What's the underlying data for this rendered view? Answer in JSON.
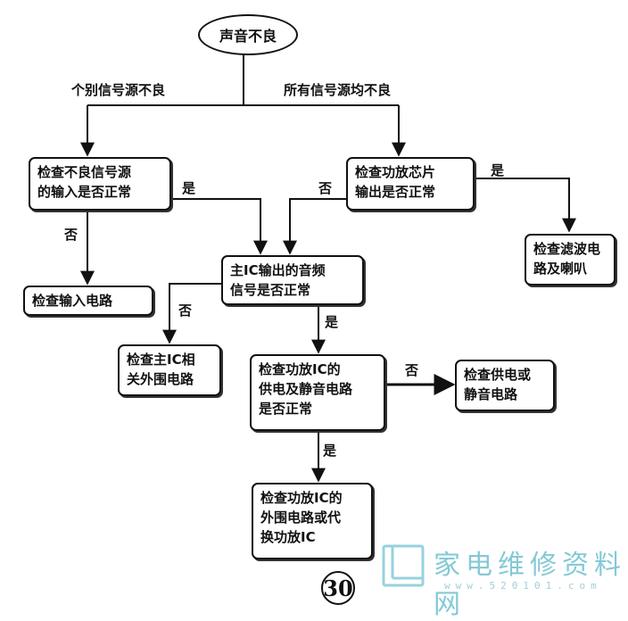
{
  "start": "声音不良",
  "branch_left": "个别信号源不良",
  "branch_right": "所有信号源均不良",
  "nodes": {
    "check_source_input": "检查不良信号源\n的输入是否正常",
    "check_amp_output": "检查功放芯片\n输出是否正常",
    "check_filter_speaker": "检查滤波电\n路及喇叭",
    "check_input_circuit": "检查输入电路",
    "main_ic_audio": "主IC输出的音频\n信号是否正常",
    "check_main_ic_periph": "检查主IC相\n关外围电路",
    "check_amp_power_mute": "检查功放IC的\n供电及静音电路\n是否正常",
    "check_power_mute": "检查供电或\n静音电路",
    "check_amp_periph": "检查功放IC的\n外围电路或代\n换功放IC"
  },
  "edge_labels": {
    "yes": "是",
    "no": "否"
  },
  "page_number": "30",
  "watermark": {
    "text": "家电维修资料网",
    "url": "www.520101.com"
  }
}
